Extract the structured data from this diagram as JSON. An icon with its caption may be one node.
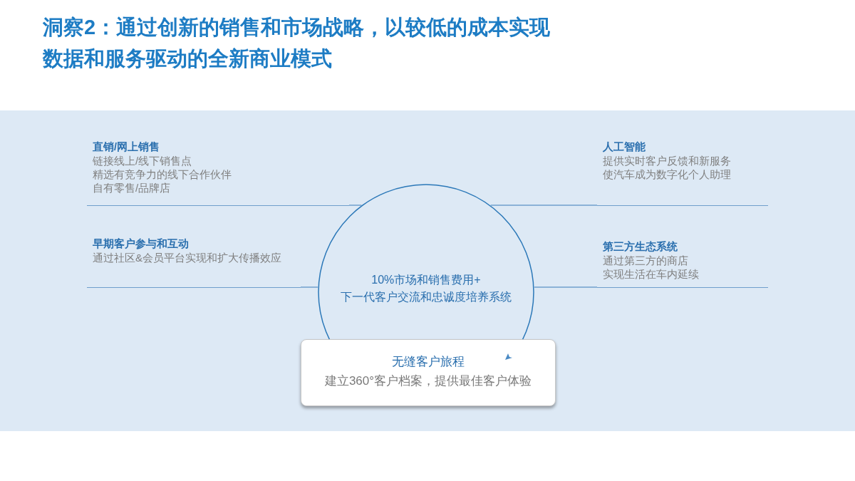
{
  "diagram": {
    "title": "洞察2：通过创新的销售和市场战略，以较低的成本实现数据和服务驱动的全新商业模式",
    "nodes": [
      {
        "text": [
          "直销/网上销售",
          "链接线上/线下销售点",
          "精选有竞争力的线下合作伙伴",
          "自有零售/品牌店"
        ]
      },
      {
        "text": [
          "人工智能",
          "提供实时客户反馈和新服务",
          "使汽车成为数字化个人助理"
        ]
      },
      {
        "text": [
          "早期客户参与和互动",
          "通过社区&会员平台实现和扩大传播效应"
        ]
      },
      {
        "text": [
          "第三方生态系统",
          "通过第三方的商店",
          "实现生活在车内延续"
        ]
      },
      {
        "text": [
          "10%市场和销售费用+",
          "下一代客户交流和忠诚度培养系统"
        ]
      },
      {
        "text": [
          "无缝客户旅程",
          "建立360°客户档案，提供最佳客户体验"
        ]
      }
    ],
    "edges": [
      {
        "from": 0,
        "to": 4,
        "arrow": "none"
      },
      {
        "from": 1,
        "to": 4,
        "arrow": "none"
      },
      {
        "from": 2,
        "to": 4,
        "arrow": "none"
      },
      {
        "from": 3,
        "to": 4,
        "arrow": "none"
      }
    ]
  }
}
